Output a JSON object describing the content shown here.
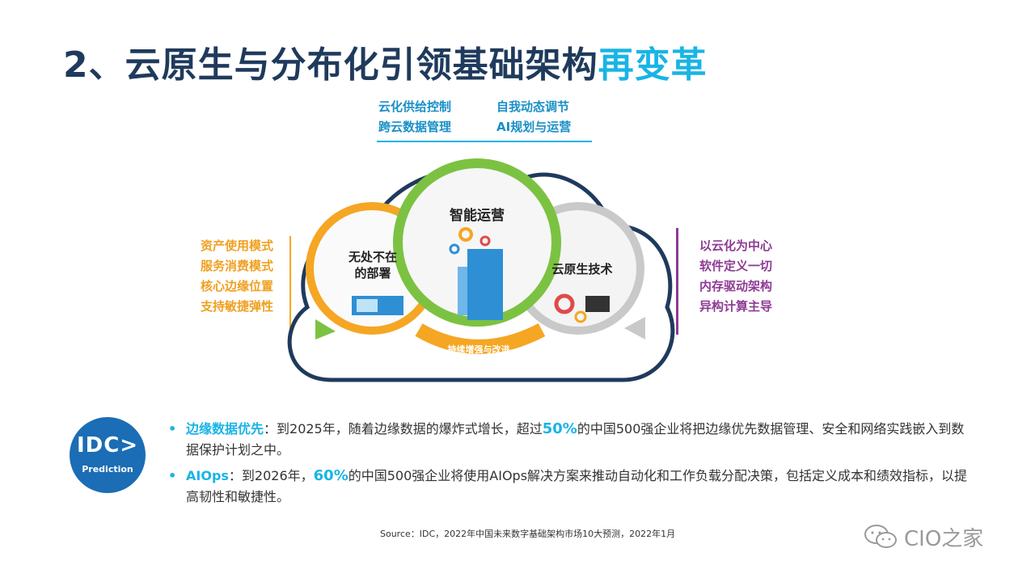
{
  "title": {
    "main": "2、云原生与分布化引领基础架构",
    "accent": "再变革"
  },
  "top_labels": {
    "col1": [
      "云化供给控制",
      "跨云数据管理"
    ],
    "col2": [
      "自我动态调节",
      "AI规划与运营"
    ]
  },
  "left_labels": [
    "资产使用模式",
    "服务消费模式",
    "核心边缘位置",
    "支持敏捷弹性"
  ],
  "right_labels": [
    "以云化为中心",
    "软件定义一切",
    "内存驱动架构",
    "异构计算主导"
  ],
  "diagram": {
    "center": "智能运营",
    "left_line1": "无处不在",
    "left_line2": "的部署",
    "right": "云原生技术",
    "arc_label": "持续增强与改进",
    "colors": {
      "green": "#7cc242",
      "orange": "#f5a623",
      "gray": "#c9c9c9",
      "cloud_stroke": "#1f3a5c"
    }
  },
  "idc": {
    "big": "IDC>",
    "small": "Prediction"
  },
  "bullets": [
    {
      "lead": "边缘数据优先",
      "pre": "：到2025年，随着边缘数据的爆炸式增长，超过",
      "pct": "50%",
      "post": "的中国500强企业将把边缘优先数据管理、安全和网络实践嵌入到数据保护计划之中。"
    },
    {
      "lead": "AIOps",
      "pre": "：到2026年，",
      "pct": "60%",
      "post": "的中国500强企业将使用AIOps解决方案来推动自动化和工作负载分配决策，包括定义成本和绩效指标，以提高韧性和敏捷性。"
    }
  ],
  "source": "Source：IDC，2022年中国未来数字基础架构市场10大预测，2022年1月",
  "watermark": "CIO之家"
}
